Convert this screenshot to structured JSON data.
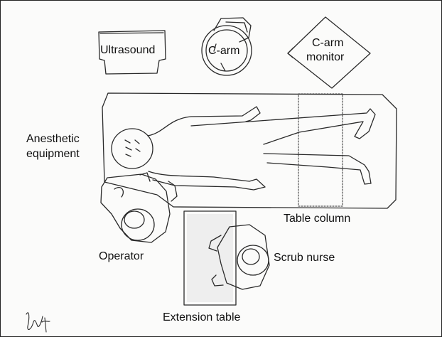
{
  "labels": {
    "ultrasound": "Ultrasound",
    "c_arm": "C-arm",
    "c_arm_monitor_1": "C-arm",
    "c_arm_monitor_2": "monitor",
    "anesthetic_1": "Anesthetic",
    "anesthetic_2": "equipment",
    "table_column": "Table column",
    "operator": "Operator",
    "scrub_nurse": "Scrub nurse",
    "extension_table": "Extension table"
  },
  "colors": {
    "ink": "#2a2a2a",
    "paper": "#fbfbfa",
    "shade": "#b9b9b9"
  },
  "icons": {
    "signature": "artist-signature"
  }
}
